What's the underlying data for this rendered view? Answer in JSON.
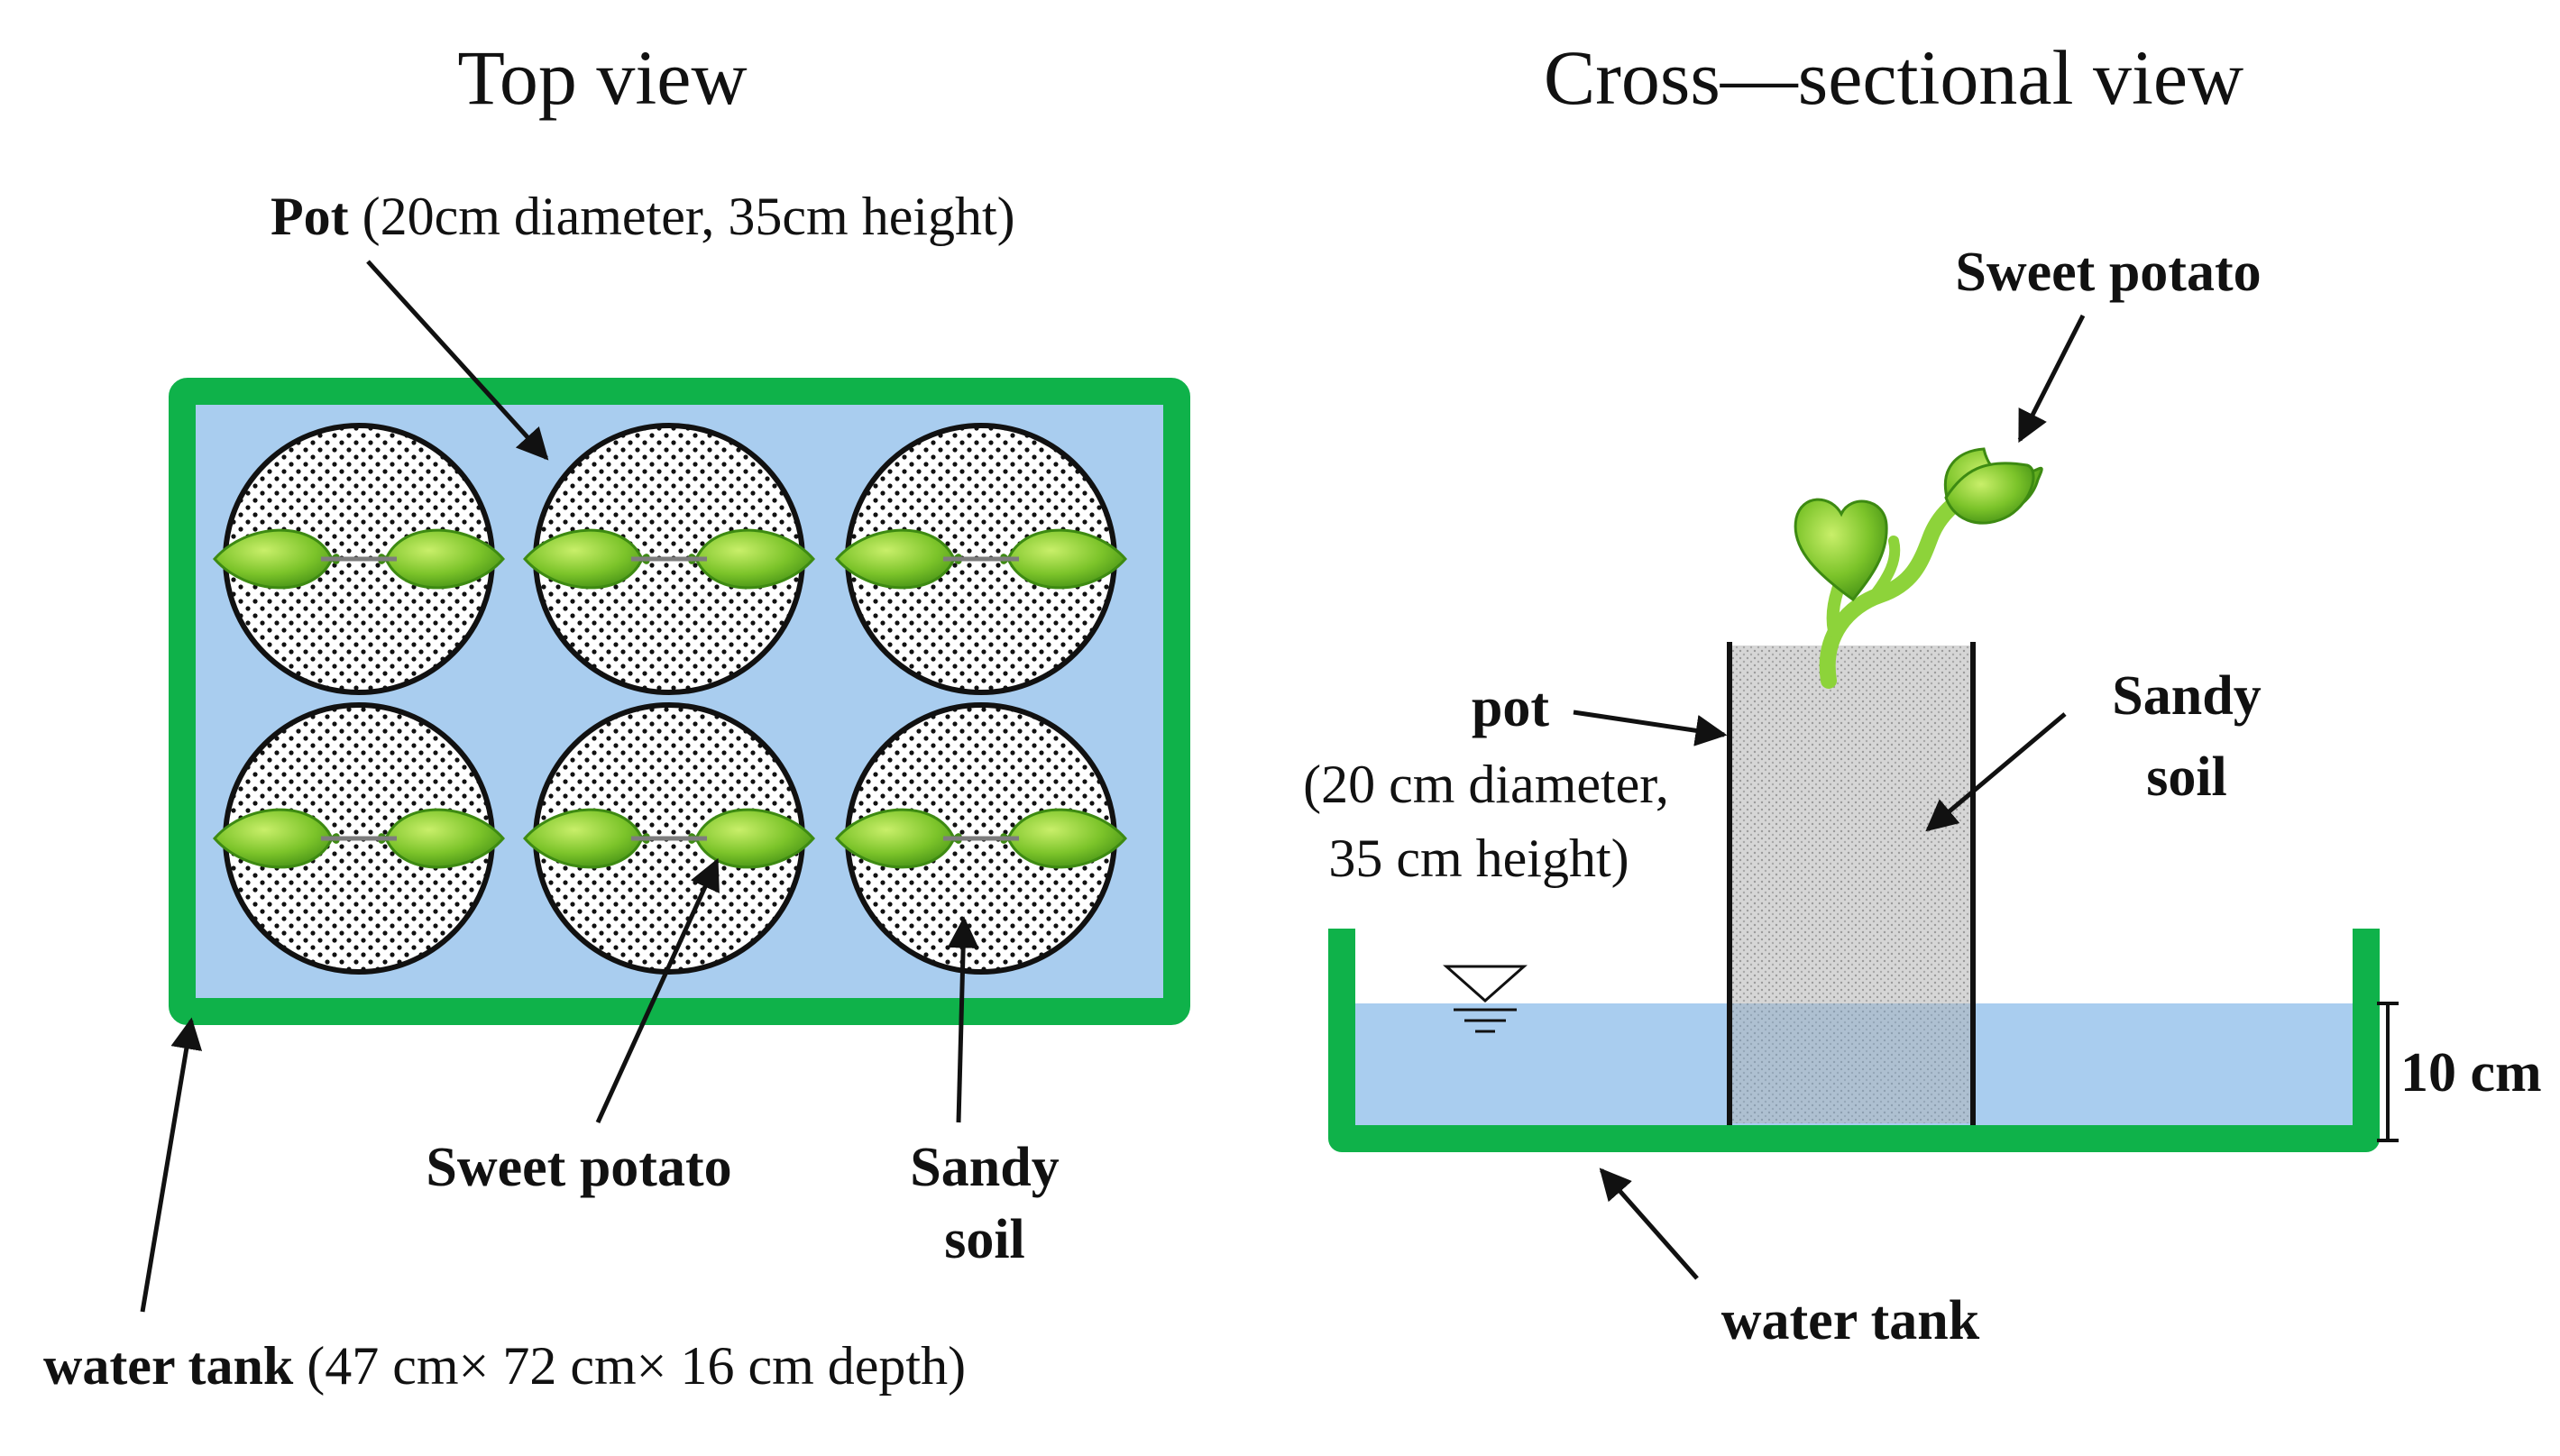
{
  "colors": {
    "tank_green": "#0fb24a",
    "water_blue": "#a9cdef",
    "leaf_green": "#7cc42a",
    "leaf_dark": "#3d8a12",
    "soil_gray": "#d9d9d9",
    "arrow": "#111111"
  },
  "top_view": {
    "title": "Top view",
    "pot_label_bold": "Pot",
    "pot_label_rest": " (20cm diameter, 35cm height)",
    "sweet_potato_label": "Sweet potato",
    "sandy_soil_line1": "Sandy",
    "sandy_soil_line2": "soil",
    "tank_label_bold": "water tank",
    "tank_label_rest": "  (47 cm× 72 cm× 16 cm depth)",
    "pot_grid": {
      "rows": 2,
      "cols": 3
    }
  },
  "cross_view": {
    "title": "Cross—sectional view",
    "sweet_potato_label": "Sweet potato",
    "pot_label": "pot",
    "pot_dim_line1": "(20 cm diameter,",
    "pot_dim_line2": "35 cm height)",
    "sandy_soil_line1": "Sandy",
    "sandy_soil_line2": "soil",
    "depth_label": "10 cm",
    "tank_label": "water tank"
  }
}
